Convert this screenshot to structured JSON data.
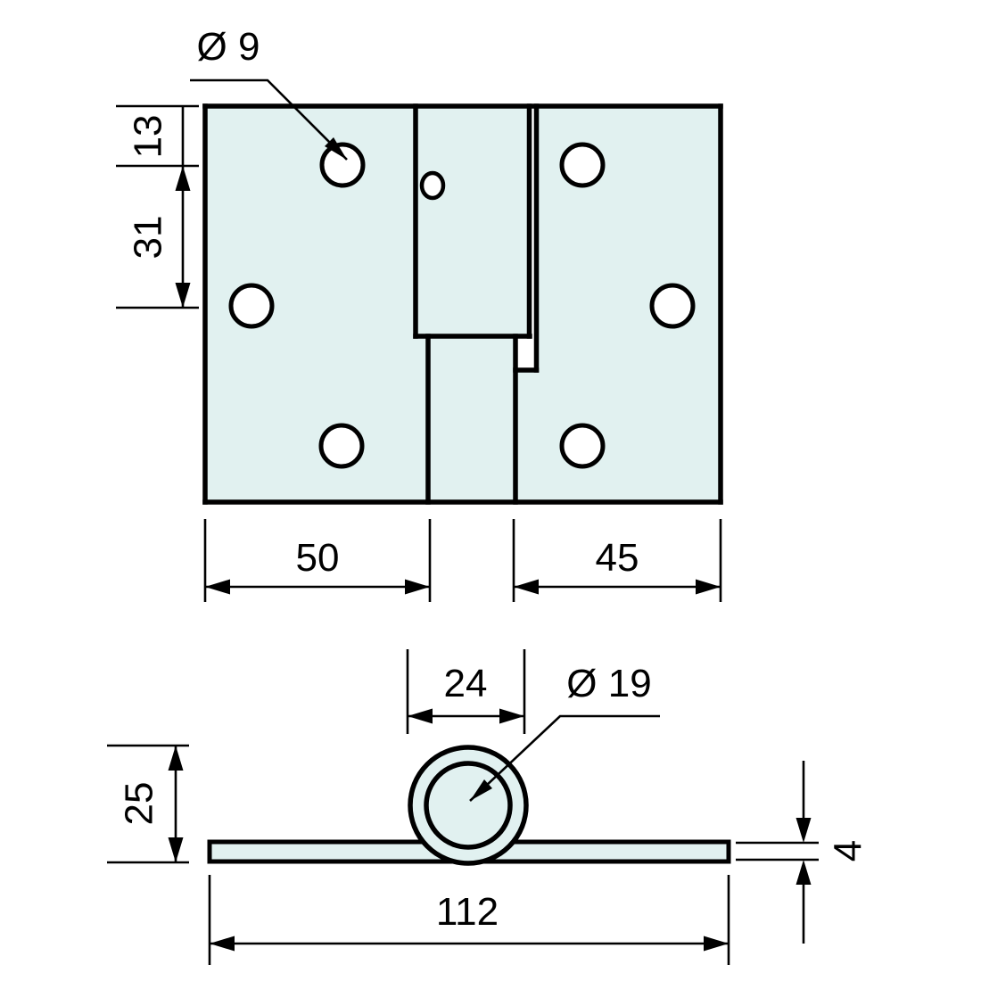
{
  "drawing": {
    "kind": "hinge-dimension-drawing",
    "colors": {
      "material_fill": "#e1f1f0",
      "line": "#000000",
      "background": "#ffffff"
    },
    "top_view": {
      "hole_diameter": "Ø 9",
      "edge_offset": "13",
      "hole_spacing": "31",
      "left_leaf_width": "50",
      "right_leaf_width": "45"
    },
    "side_view": {
      "knuckle_width": "24",
      "knuckle_diameter": "Ø 19",
      "knuckle_height": "25",
      "leaf_thickness": "4",
      "overall_width": "112"
    }
  }
}
